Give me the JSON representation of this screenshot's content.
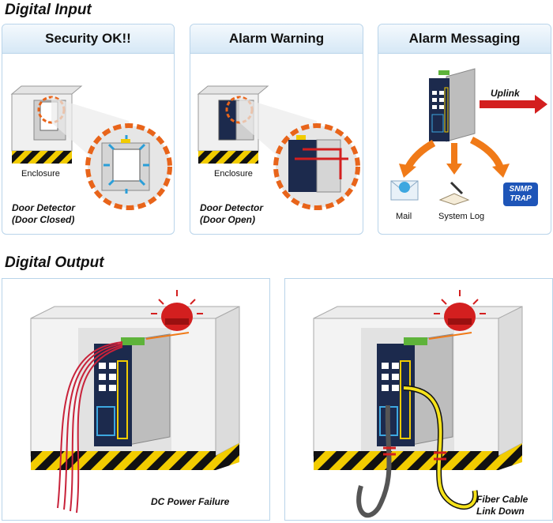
{
  "sections": {
    "digital_input": "Digital Input",
    "digital_output": "Digital Output"
  },
  "panels": {
    "security": {
      "title": "Security OK!!",
      "enclosure_label": "Enclosure",
      "detector_line1": "Door Detector",
      "detector_line2": "(Door Closed)"
    },
    "alarm_warning": {
      "title": "Alarm Warning",
      "enclosure_label": "Enclosure",
      "detector_line1": "Door Detector",
      "detector_line2": "(Door Open)"
    },
    "alarm_messaging": {
      "title": "Alarm Messaging",
      "uplink": "Uplink",
      "mail": "Mail",
      "system_log": "System Log",
      "snmp_line1": "SNMP",
      "snmp_line2": "TRAP"
    },
    "dc_power": {
      "caption": "DC Power Failure"
    },
    "fiber": {
      "caption_line1": "Fiber Cable",
      "caption_line2": "Link Down"
    }
  },
  "colors": {
    "panel_border": "#b9d4ea",
    "alarm_red": "#d31f1f",
    "arrow_orange": "#f07a18",
    "hazard_yellow": "#f2cc00",
    "switch_navy": "#1c2a4d"
  }
}
